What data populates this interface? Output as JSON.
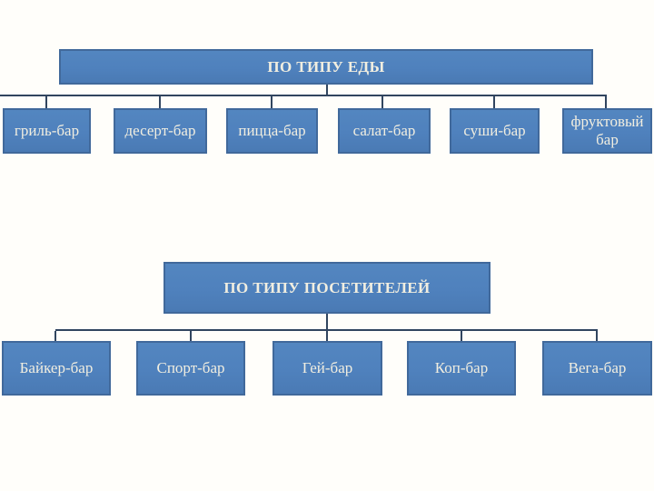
{
  "colors": {
    "box_fill": "#4f81bd",
    "box_border": "#41699b",
    "connector": "#31455f",
    "text": "#f1eee0",
    "background": "#fffefa"
  },
  "food_chart": {
    "title": "ПО ТИПУ ЕДЫ",
    "nodes": [
      "гриль-бар",
      "десерт-бар",
      "пицца-бар",
      "салат-бар",
      "суши-бар",
      "фруктовый бар"
    ]
  },
  "visitor_chart": {
    "title": "ПО ТИПУ ПОСЕТИТЕЛЕЙ",
    "nodes": [
      "Байкер-бар",
      "Спорт-бар",
      "Гей-бар",
      "Коп-бар",
      "Вега-бар"
    ]
  }
}
